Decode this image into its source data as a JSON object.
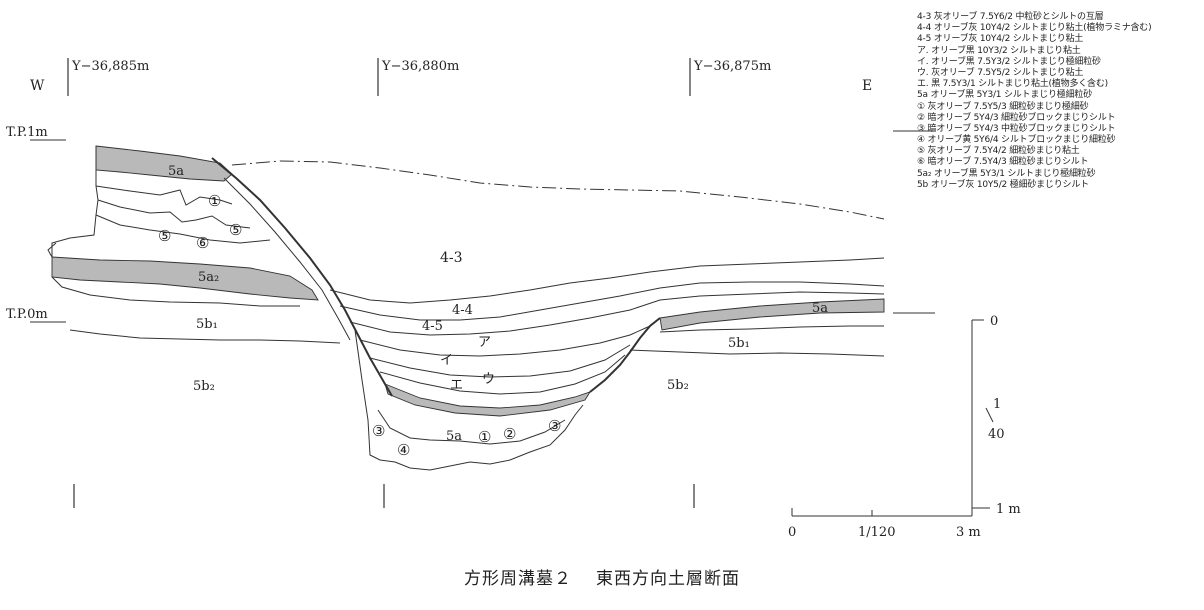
{
  "direction": {
    "west": "W",
    "east": "E"
  },
  "grid_lines": [
    {
      "label": "Y−36,885m"
    },
    {
      "label": "Y−36,880m"
    },
    {
      "label": "Y−36,875m"
    }
  ],
  "elevation": {
    "tp_1m": "T.P.1m",
    "tp_0m": "T.P.0m"
  },
  "layer_labels": {
    "l5a_upper": "5a",
    "l5a2": "5a₂",
    "l5a_east": "5a",
    "l5a_pit": "5a",
    "l5b1_west": "5b₁",
    "l5b1_east": "5b₁",
    "l5b2_west": "5b₂",
    "l5b2_east": "5b₂",
    "l4_3": "4-3",
    "l4_4": "4-4",
    "l4_5": "4-5",
    "a": "ア",
    "i": "イ",
    "u": "ウ",
    "e": "エ",
    "n1a": "①",
    "n1b": "①",
    "n2": "②",
    "n3a": "③",
    "n3b": "③",
    "n4": "④",
    "n5a": "⑤",
    "n5b": "⑤",
    "n6": "⑥"
  },
  "vertical_scale": {
    "zero": "0",
    "ratio_num": "1",
    "ratio_den": "40",
    "one_m": "1 m"
  },
  "horizontal_scale": {
    "zero": "0",
    "ratio": "1/120",
    "three_m": "3 m"
  },
  "legend": [
    "4-3 灰オリーブ 7.5Y6/2 中粒砂とシルトの互層",
    "4-4 オリーブ灰 10Y4/2 シルトまじり粘土(植物ラミナ含む)",
    "4-5 オリーブ灰 10Y4/2 シルトまじり粘土",
    "ア. オリーブ黒 10Y3/2 シルトまじり粘土",
    "イ. オリーブ黒 7.5Y3/2 シルトまじり極細粒砂",
    "ウ. 灰オリーブ 7.5Y5/2 シルトまじり粘土",
    "エ. 黒 7.5Y3/1 シルトまじり粘土(植物多く含む)",
    "5a オリーブ黒 5Y3/1 シルトまじり極細粒砂",
    "① 灰オリーブ 7.5Y5/3 細粒砂まじり極細砂",
    "② 暗オリーブ 5Y4/3 細粒砂ブロックまじりシルト",
    "③ 暗オリーブ 5Y4/3 中粒砂ブロックまじりシルト",
    "④ オリーブ黄 5Y6/4 シルトブロックまじり細粒砂",
    "⑤ 灰オリーブ 7.5Y4/2 細粒砂まじり粘土",
    "⑥ 暗オリーブ 7.5Y4/3 細粒砂まじりシルト",
    "5a₂ オリーブ黒 5Y3/1 シルトまじり極細粒砂",
    "5b オリーブ灰 10Y5/2 極細砂まじりシルト"
  ],
  "caption": {
    "feature": "方形周溝墓２",
    "title": "東西方向土層断面"
  },
  "colors": {
    "shaded_layer": "#b9b9b9",
    "line": "#333333"
  }
}
